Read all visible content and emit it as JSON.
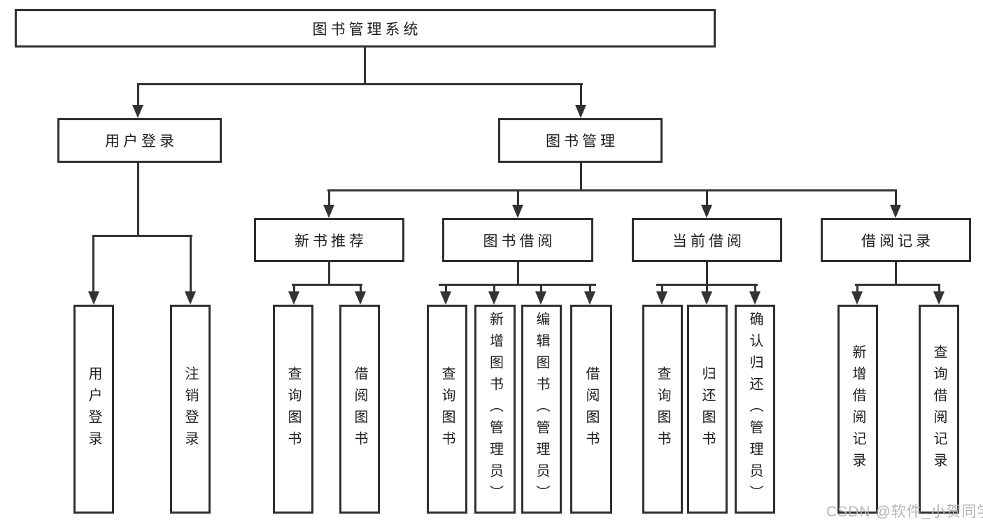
{
  "tree": {
    "root": {
      "label": "图书管理系统"
    },
    "branches": [
      {
        "label": "用户登录",
        "children": [
          {
            "label": "用户登录"
          },
          {
            "label": "注销登录"
          }
        ]
      },
      {
        "label": "图书管理",
        "sections": [
          {
            "label": "新书推荐",
            "children": [
              {
                "label": "查询图书"
              },
              {
                "label": "借阅图书"
              }
            ]
          },
          {
            "label": "图书借阅",
            "children": [
              {
                "label": "查询图书"
              },
              {
                "label": "新增图书（管理员）"
              },
              {
                "label": "编辑图书（管理员）"
              },
              {
                "label": "借阅图书"
              }
            ]
          },
          {
            "label": "当前借阅",
            "children": [
              {
                "label": "查询图书"
              },
              {
                "label": "归还图书"
              },
              {
                "label": "确认归还（管理员）"
              }
            ]
          },
          {
            "label": "借阅记录",
            "children": [
              {
                "label": "新增借阅记录"
              },
              {
                "label": "查询借阅记录"
              }
            ]
          }
        ]
      }
    ]
  },
  "watermark": "CSDN @软件_小贺同学",
  "colors": {
    "line": "#333333",
    "box_border": "#2f2f2f",
    "text": "#1f1f1f",
    "watermark": "#b0b0b0",
    "background": "#ffffff"
  }
}
